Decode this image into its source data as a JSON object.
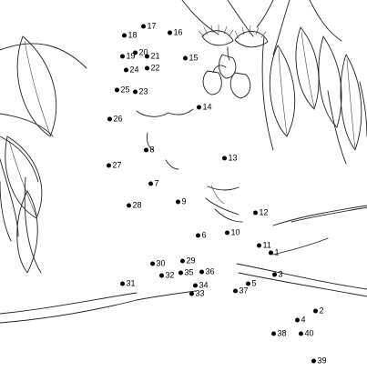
{
  "puzzle": {
    "dots": [
      {
        "n": "1"
      },
      {
        "n": "2"
      },
      {
        "n": "3"
      },
      {
        "n": "4"
      },
      {
        "n": "5"
      },
      {
        "n": "6"
      },
      {
        "n": "7"
      },
      {
        "n": "8"
      },
      {
        "n": "9"
      },
      {
        "n": "10"
      },
      {
        "n": "11"
      },
      {
        "n": "12"
      },
      {
        "n": "13"
      },
      {
        "n": "14"
      },
      {
        "n": "15"
      },
      {
        "n": "16"
      },
      {
        "n": "17"
      },
      {
        "n": "18"
      },
      {
        "n": "19"
      },
      {
        "n": "20"
      },
      {
        "n": "21"
      },
      {
        "n": "22"
      },
      {
        "n": "23"
      },
      {
        "n": "24"
      },
      {
        "n": "25"
      },
      {
        "n": "26"
      },
      {
        "n": "27"
      },
      {
        "n": "28"
      },
      {
        "n": "29"
      },
      {
        "n": "30"
      },
      {
        "n": "31"
      },
      {
        "n": "32"
      },
      {
        "n": "33"
      },
      {
        "n": "34"
      },
      {
        "n": "35"
      },
      {
        "n": "36"
      },
      {
        "n": "37"
      },
      {
        "n": "38"
      },
      {
        "n": "39"
      },
      {
        "n": "40"
      }
    ]
  }
}
